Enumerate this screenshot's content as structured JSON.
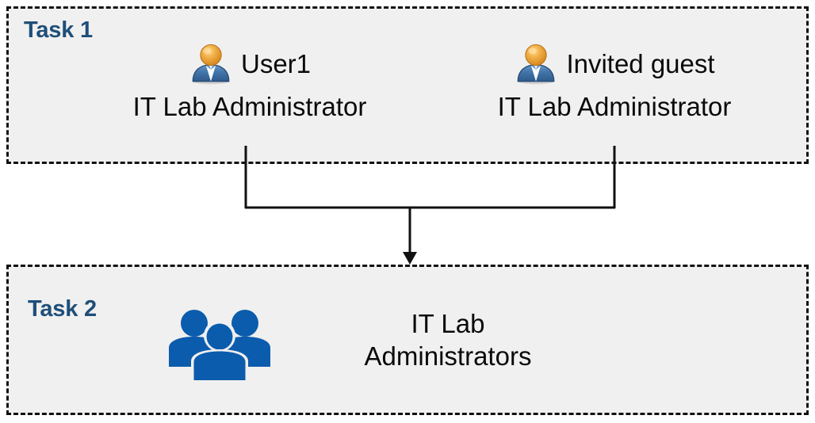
{
  "diagram": {
    "title": "Task 1 and Task 2 group membership flow",
    "background": "#ffffff",
    "box_fill": "#f0f0f0",
    "box_border_color": "#111111",
    "label_color": "#1F4E79",
    "text_color": "#0a0a0a",
    "group_icon_color": "#0B5CAD",
    "user_icon_head_color": "#E8A33D",
    "user_icon_body_color": "#3A6FA8"
  },
  "task1": {
    "label": "Task 1",
    "members": [
      {
        "icon": "user-icon",
        "name": "User1",
        "role": "IT Lab Administrator"
      },
      {
        "icon": "user-icon",
        "name": "Invited guest",
        "role": "IT Lab Administrator"
      }
    ]
  },
  "task2": {
    "label": "Task 2",
    "icon": "group-of-users-icon",
    "group_name_line1": "IT Lab",
    "group_name_line2": "Administrators"
  },
  "connector": {
    "type": "merge-arrow",
    "description": "Both Task 1 members connect down into the Task 2 group",
    "color": "#111111"
  }
}
